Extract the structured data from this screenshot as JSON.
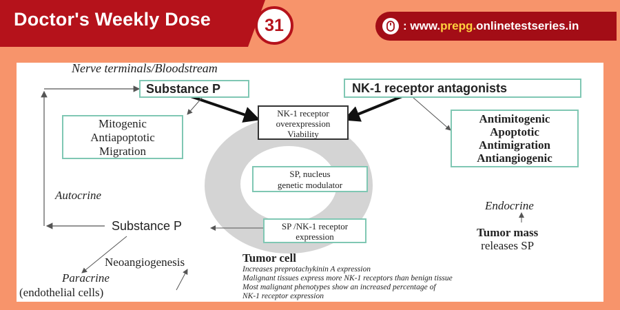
{
  "header": {
    "title": "Doctor's Weekly Dose",
    "issue_number": "31",
    "url_prefix": ": www.",
    "url_highlight": "prepg.",
    "url_suffix": "onlinetestseries.in",
    "colors": {
      "banner": "#b5121b",
      "background": "#f7946b",
      "highlight": "#ffd23f",
      "box_border": "#7fc7b3"
    }
  },
  "diagram": {
    "nerve_terminals": "Nerve terminals/Bloodstream",
    "substance_p_top": "Substance P",
    "nk1_antagonists": "NK-1 receptor antagonists",
    "overexpression_lines": [
      "NK-1 receptor",
      "overexpression",
      "Viability"
    ],
    "mitogenic_lines": [
      "Mitogenic",
      "Antiapoptotic",
      "Migration"
    ],
    "antimitogenic_lines": [
      "Antimitogenic",
      "Apoptotic",
      "Antimigration",
      "Antiangiogenic"
    ],
    "nucleus_lines": [
      "SP, nucleus",
      "genetic modulator"
    ],
    "autocrine": "Autocrine",
    "substance_p_bottom": "Substance P",
    "sp_expression_lines": [
      "SP /NK-1 receptor",
      "expression"
    ],
    "endocrine": "Endocrine",
    "tumor_mass_lines": [
      "Tumor mass",
      "releases SP"
    ],
    "neoangiogenesis": "Neoangiogenesis",
    "paracrine": "Paracrine",
    "endothelial": "(endothelial cells)",
    "tumor_cell_title": "Tumor cell",
    "tumor_cell_notes": [
      "Increases preprotachykinin A expression",
      "Malignant tissues express more NK-1 receptors than  benign tissue",
      "Most malignant phenotypes show an increased percentage of",
      "NK-1 receptor expression"
    ]
  }
}
